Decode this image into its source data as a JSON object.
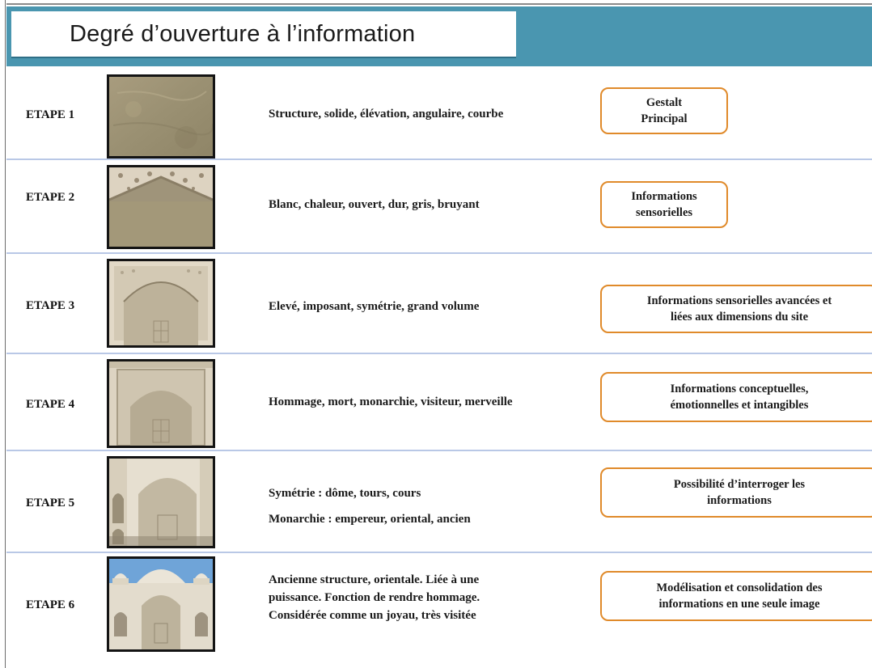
{
  "title": "Degré d’ouverture à l’information",
  "rows": [
    {
      "label": "ETAPE 1",
      "desc_lines": [
        "Structure, solide, élévation, angulaire, courbe"
      ],
      "tag_lines": [
        "Gestalt",
        "Principal"
      ]
    },
    {
      "label": "ETAPE 2",
      "desc_lines": [
        "Blanc, chaleur, ouvert, dur, gris, bruyant"
      ],
      "tag_lines": [
        "Informations",
        "sensorielles"
      ]
    },
    {
      "label": "ETAPE 3",
      "desc_lines": [
        "Elevé, imposant, symétrie, grand volume"
      ],
      "tag_lines": [
        "Informations sensorielles avancées et",
        "liées aux dimensions du site"
      ]
    },
    {
      "label": "ETAPE 4",
      "desc_lines": [
        "Hommage, mort, monarchie, visiteur, merveille"
      ],
      "tag_lines": [
        "Informations conceptuelles,",
        "émotionnelles et intangibles"
      ]
    },
    {
      "label": "ETAPE 5",
      "desc_lines": [
        "Symétrie : dôme, tours, cours",
        "Monarchie : empereur, oriental, ancien"
      ],
      "tag_lines": [
        "Possibilité d’interroger les",
        "informations"
      ]
    },
    {
      "label": "ETAPE 6",
      "desc_lines": [
        "Ancienne structure, orientale. Liée à une",
        "puissance. Fonction de rendre hommage.",
        "Considérée comme un joyau, très visitée"
      ],
      "tag_lines": [
        "Modélisation et consolidation des",
        "informations en une seule image"
      ]
    }
  ]
}
